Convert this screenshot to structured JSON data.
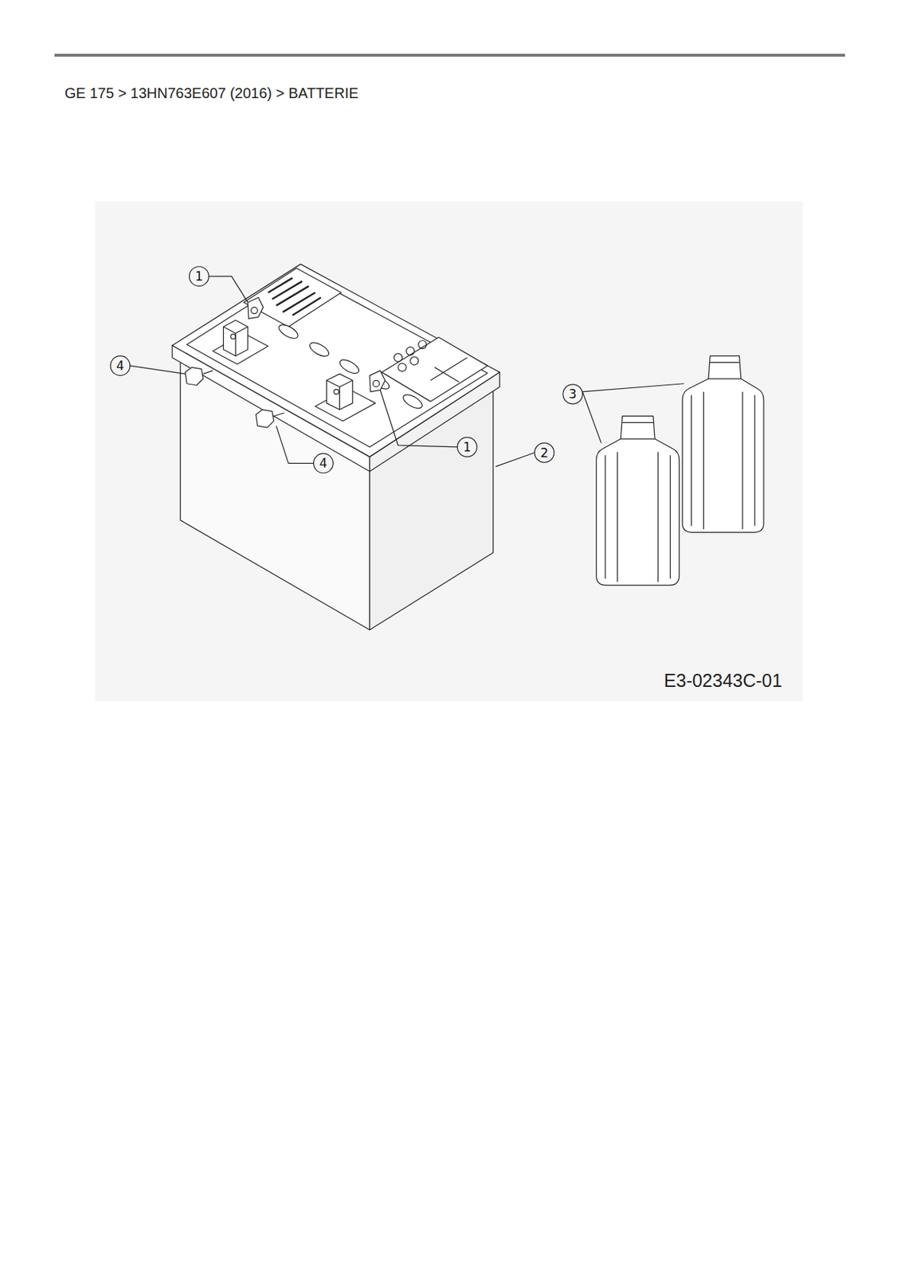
{
  "diagram": {
    "title": "GE 175  >  13HN763E607 (2016)  >  BATTERIE",
    "labels": [
      "1",
      "4",
      "3",
      "1",
      "2",
      "4",
      "E3-02343C-01"
    ]
  }
}
